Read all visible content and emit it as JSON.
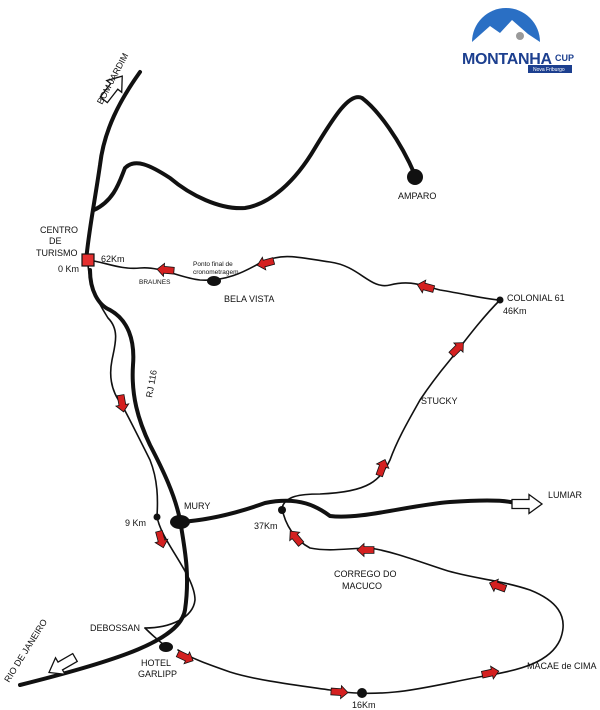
{
  "logo": {
    "brand": "MONTANHA",
    "suffix": "CUP",
    "subtitle": "Nova Friburgo",
    "sky_color": "#2a6fc4",
    "mountain_color": "#ffffff",
    "text_color": "#1c3f8f"
  },
  "places": {
    "bom_jardim": "BOM JARDIM",
    "amparo": "AMPARO",
    "centro_turismo": [
      "CENTRO",
      "DE",
      "TURISMO"
    ],
    "km0": "0 Km",
    "km62": "62Km",
    "braunes": "BRAUNES",
    "ponto_final": [
      "Ponto final de",
      "cronometragem"
    ],
    "bela_vista": "BELA VISTA",
    "colonial": "COLONIAL 61",
    "km46": "46Km",
    "stucky": "STUCKY",
    "rj116": "RJ 116",
    "mury": "MURY",
    "km9": "9 Km",
    "km37": "37Km",
    "lumiar": "LUMIAR",
    "corrego": [
      "CORREGO DO",
      "MACUCO"
    ],
    "debossan": "DEBOSSAN",
    "hotel": [
      "HOTEL",
      "GARLIPP"
    ],
    "rio": "RIO DE JANEIRO",
    "macae": "MACAE de CIMA",
    "km16": "16Km"
  },
  "colors": {
    "route_arrow": "#d42020",
    "road": "#111111",
    "start_marker": "#e53030"
  },
  "icons": [
    "outline-arrow-icon",
    "route-arrow-icon",
    "checkpoint-dot-icon",
    "start-marker-icon"
  ]
}
